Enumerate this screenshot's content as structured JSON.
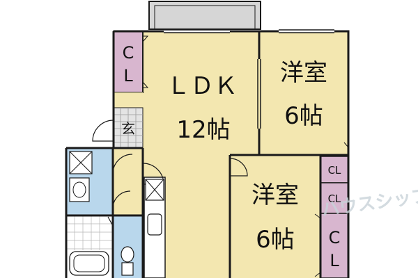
{
  "colors": {
    "room": "#f3e7b0",
    "wet": "#b9d7ec",
    "closet": "#d8b6cf",
    "wall": "#1a1a1a",
    "background": "#ffffff",
    "balcony": "#d6d6d6",
    "watermark": "#c8d2d8"
  },
  "rooms": {
    "ldk_name": "ＬＤＫ",
    "ldk_size": "12帖",
    "western1_name": "洋室",
    "western1_size": "6帖",
    "western2_name": "洋室",
    "western2_size": "6帖",
    "entrance": "玄"
  },
  "closets": {
    "ldk_closet_c": "C",
    "ldk_closet_l": "L",
    "cl_small_1": "CL",
    "cl_small_2": "CL",
    "cl_large_c": "C",
    "cl_large_l": "L"
  },
  "icons": [
    "washer-icon",
    "sink-icon",
    "toilet-icon",
    "bathtub-icon",
    "kitchen-sink-icon",
    "fridge-icon"
  ],
  "watermark": {
    "text": "ハウスシップ"
  }
}
